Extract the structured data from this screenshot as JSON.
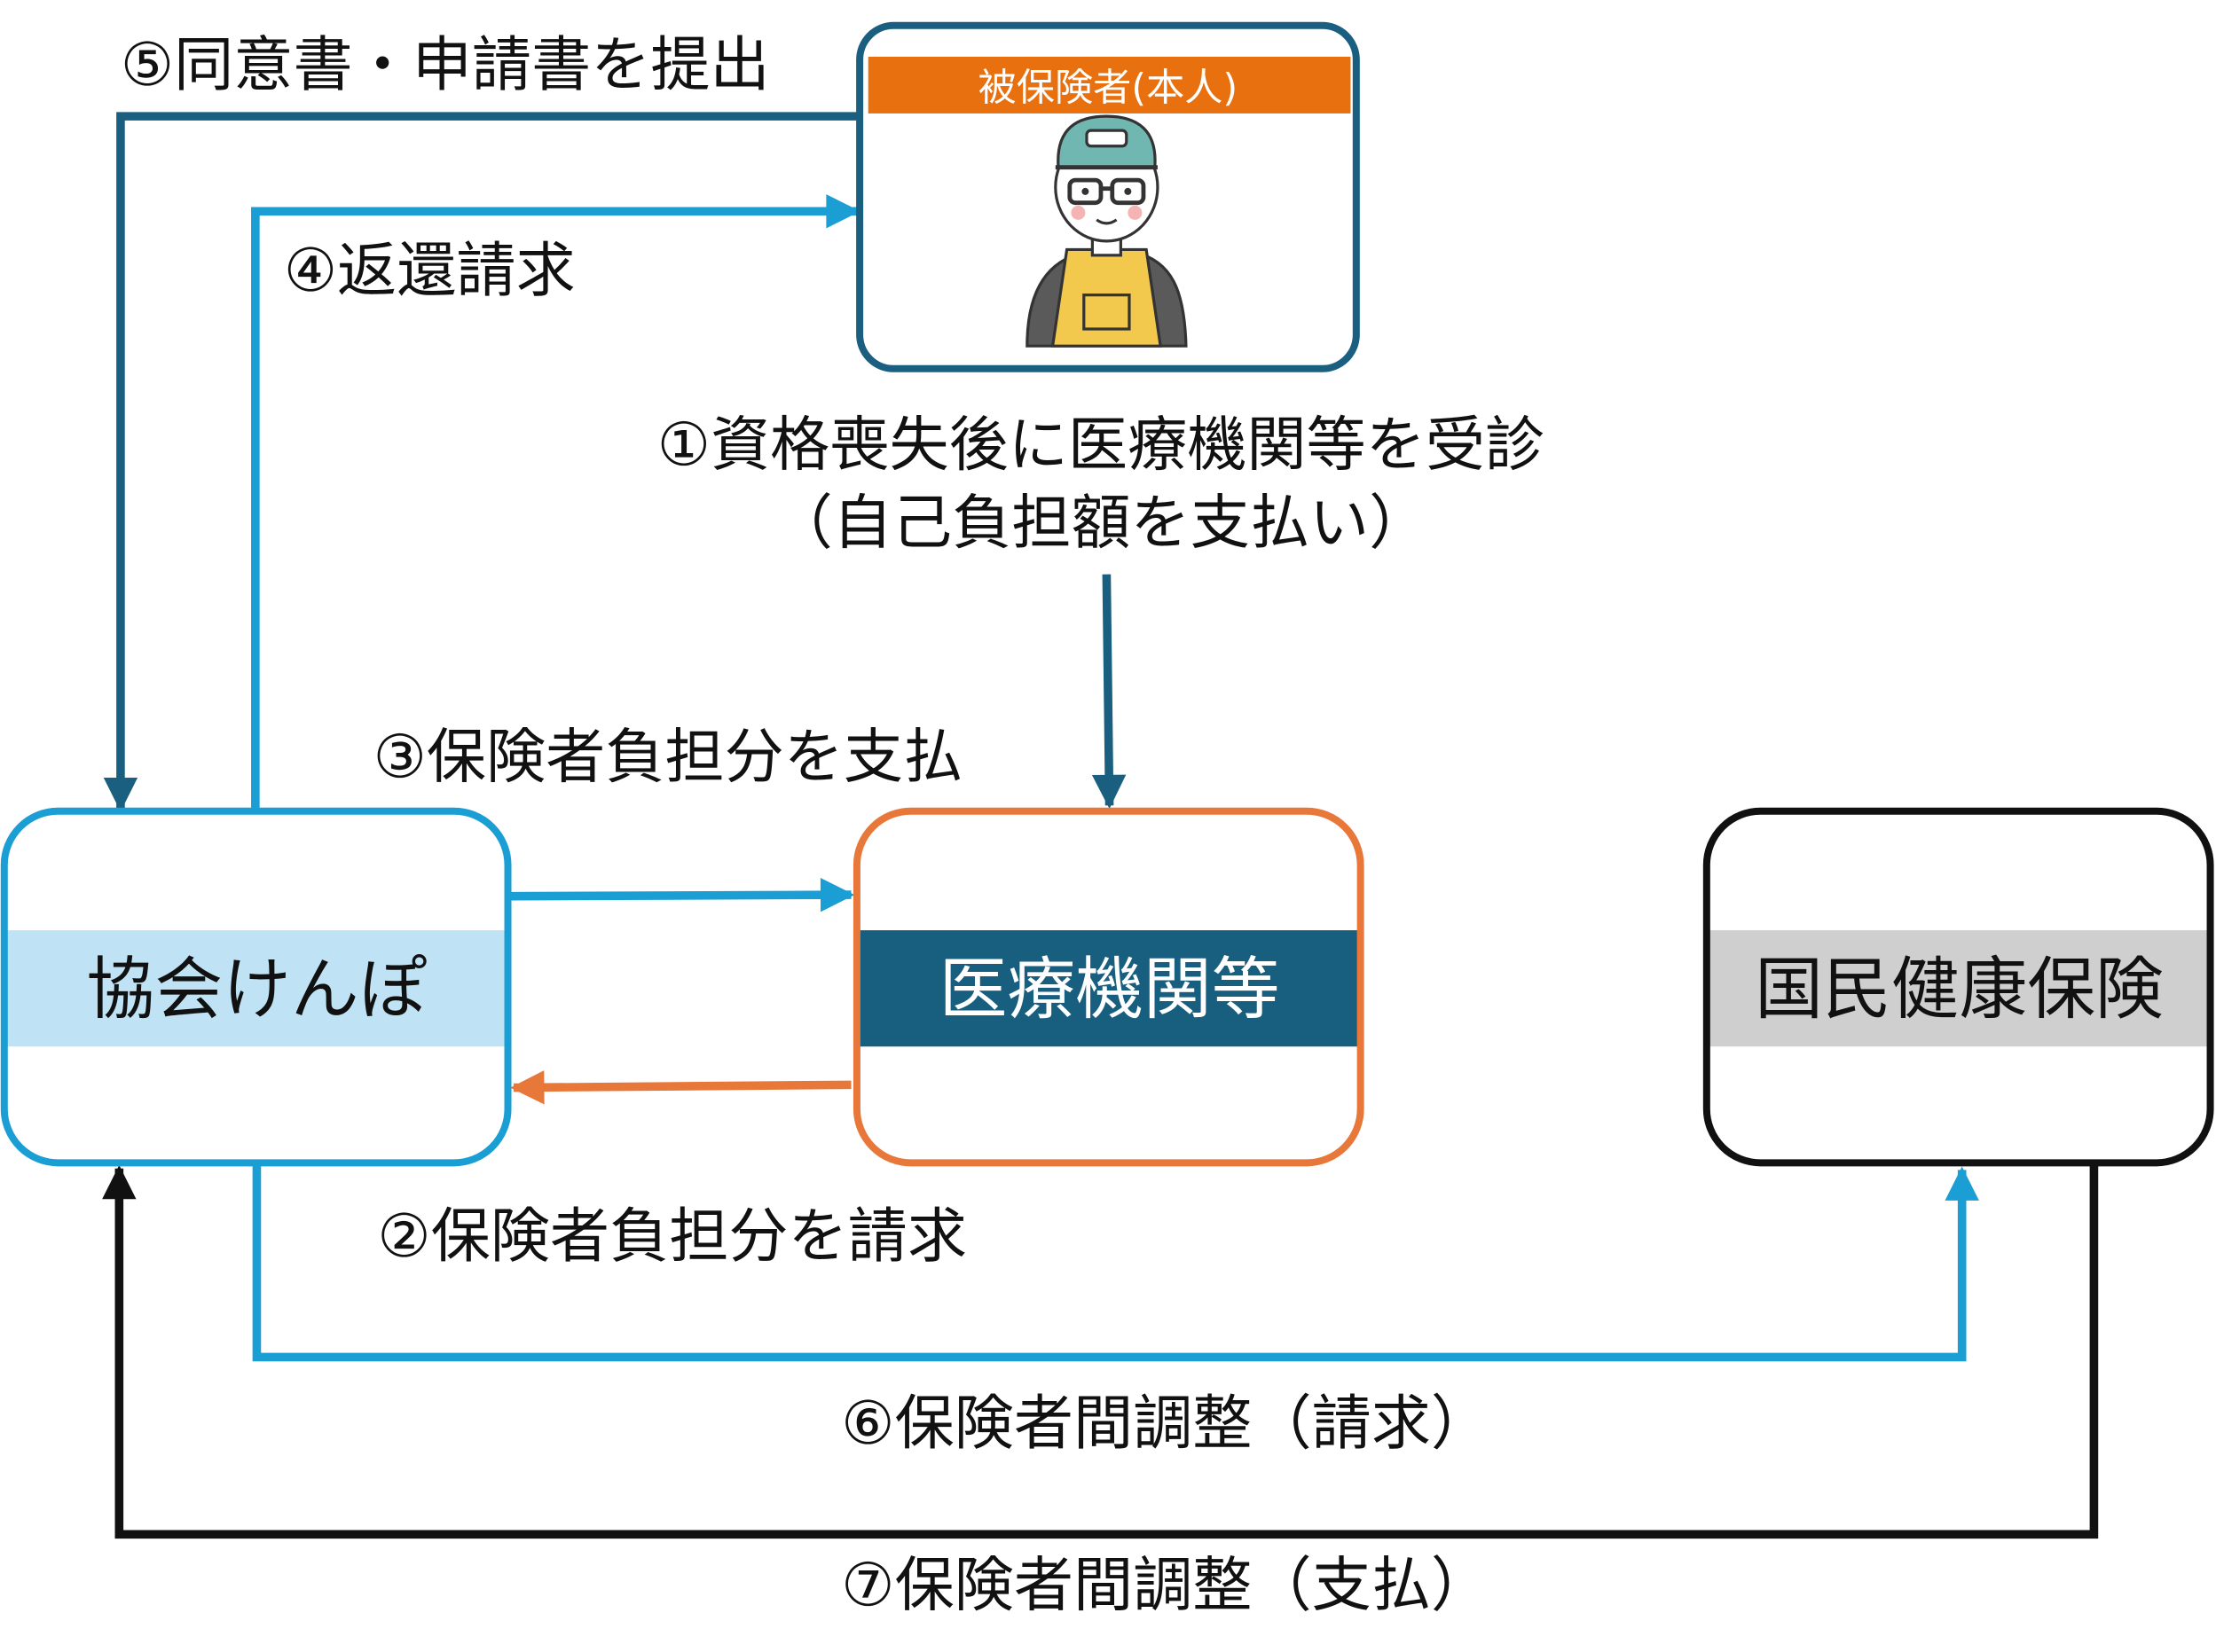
{
  "colors": {
    "dark_blue": "#1a5f80",
    "light_blue": "#1a9ed4",
    "orange": "#e8773a",
    "orange_header": "#e8700f",
    "light_blue_band": "#bfe3f4",
    "dark_blue_band": "#185e7f",
    "gray_band": "#cfcfcf",
    "black": "#111111"
  },
  "nodes": {
    "insured": {
      "label": "被保険者(本人)",
      "icon": "person-with-cap-and-apron-illustration"
    },
    "kyokai": {
      "label": "協会けんぽ"
    },
    "medical": {
      "label": "医療機関等"
    },
    "kokuho": {
      "label": "国民健康保険"
    }
  },
  "steps": {
    "s1": {
      "line1": "①資格喪失後に医療機関等を受診",
      "line2": "（自己負担額を支払い）"
    },
    "s2": "②保険者負担分を請求",
    "s3": "③保険者負担分を支払",
    "s4": "④返還請求",
    "s5": "⑤同意書・申請書を提出",
    "s6": "⑥保険者間調整（請求）",
    "s7": "⑦保険者間調整（支払）"
  }
}
